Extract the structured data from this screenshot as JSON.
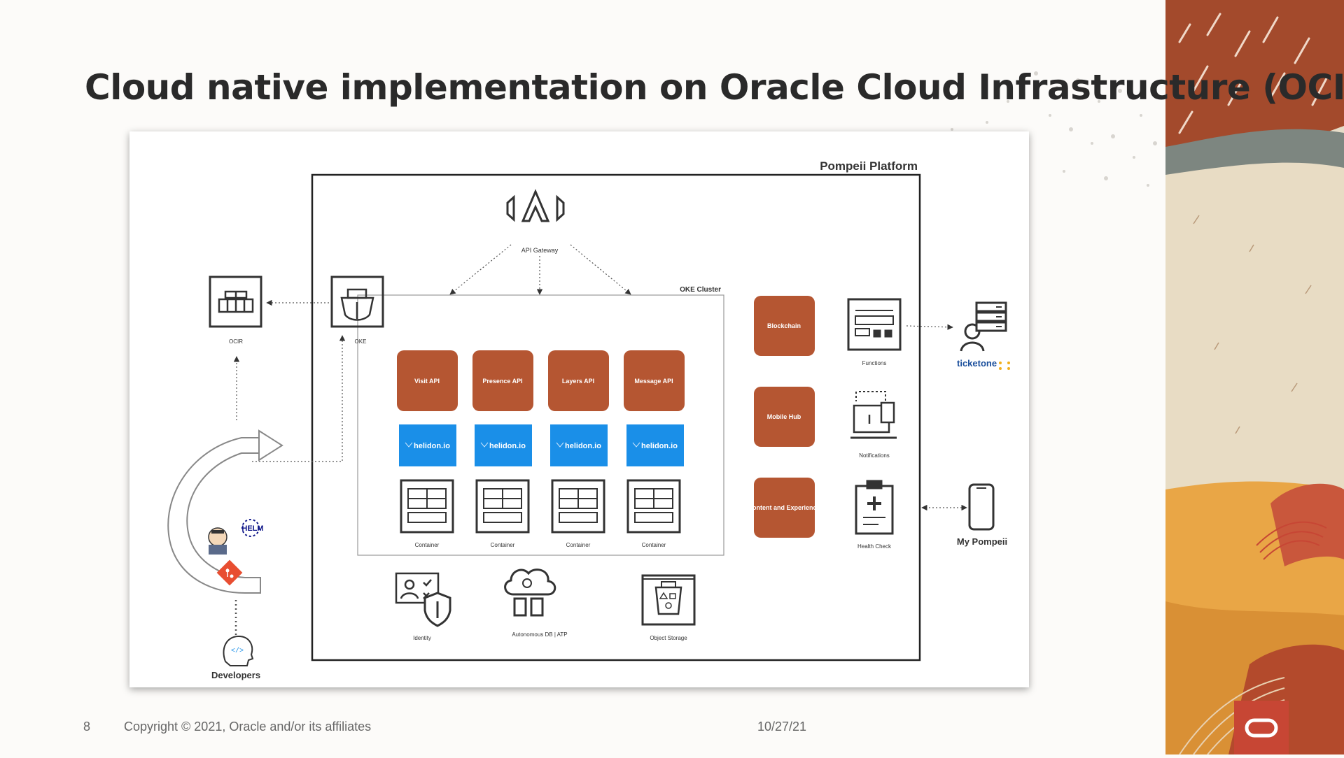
{
  "slide": {
    "title": "Cloud native implementation on Oracle Cloud Infrastructure (OCI)",
    "page_number": "8",
    "copyright": "Copyright © 2021, Oracle and/or its affiliates",
    "date": "10/27/21"
  },
  "diagram": {
    "platform_label": "Pompeii Platform",
    "cluster_label": "OKE Cluster",
    "api_gateway_label": "API Gateway",
    "ocir_label": "OCIR",
    "oke_label": "OKE",
    "developers_label": "Developers",
    "helm_label": "HELM",
    "apis": [
      {
        "label": "Visit API",
        "runtime": "helidon.io",
        "container": "Container"
      },
      {
        "label": "Presence API",
        "runtime": "helidon.io",
        "container": "Container"
      },
      {
        "label": "Layers API",
        "runtime": "helidon.io",
        "container": "Container"
      },
      {
        "label": "Message API",
        "runtime": "helidon.io",
        "container": "Container"
      }
    ],
    "services": [
      {
        "label": "Blockchain"
      },
      {
        "label": "Mobile Hub"
      },
      {
        "label": "Content and Experience"
      }
    ],
    "side_services": [
      {
        "label": "Functions"
      },
      {
        "label": "Notifications"
      },
      {
        "label": "Health Check"
      }
    ],
    "bottom_services": [
      {
        "label": "Identity"
      },
      {
        "label": "Autonomous DB | ATP"
      },
      {
        "label": "Object Storage"
      }
    ],
    "ticketone_label": "ticketone",
    "my_pompeii_label": "My Pompeii"
  },
  "colors": {
    "api_box": "#b55632",
    "helidon": "#1a8fe8",
    "oracle_red": "#c74634"
  }
}
